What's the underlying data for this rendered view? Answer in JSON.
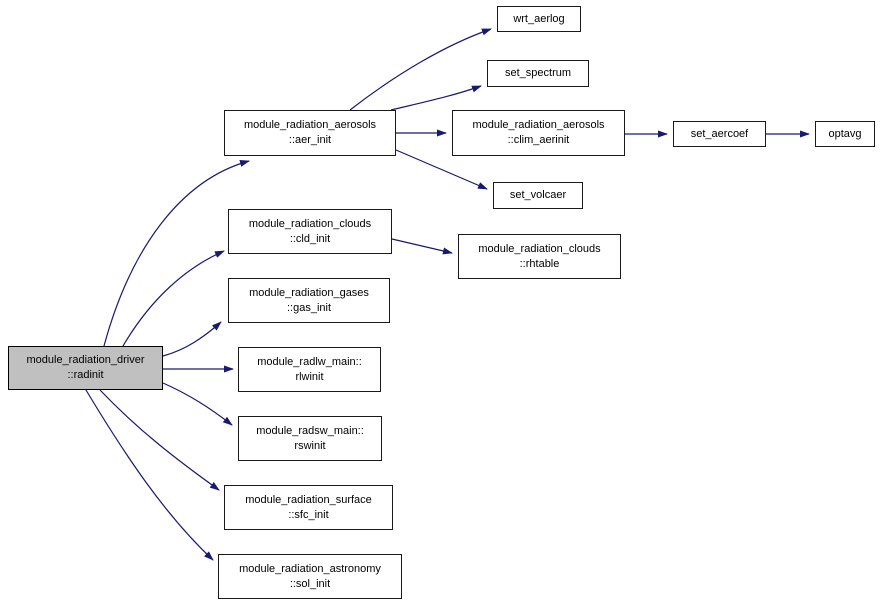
{
  "diagram": {
    "type": "call-graph",
    "edge_color": "#191970",
    "root_fill": "#c0c0c0",
    "node_fill": "#ffffff",
    "border_color": "#1a1a1a"
  },
  "nodes": [
    {
      "id": "radinit",
      "line1": "module_radiation_driver",
      "line2": "::radinit"
    },
    {
      "id": "aer_init",
      "line1": "module_radiation_aerosols",
      "line2": "::aer_init"
    },
    {
      "id": "wrt_aerlog",
      "line1": "wrt_aerlog"
    },
    {
      "id": "set_spectrum",
      "line1": "set_spectrum"
    },
    {
      "id": "clim_aerinit",
      "line1": "module_radiation_aerosols",
      "line2": "::clim_aerinit"
    },
    {
      "id": "set_aercoef",
      "line1": "set_aercoef"
    },
    {
      "id": "optavg",
      "line1": "optavg"
    },
    {
      "id": "set_volcaer",
      "line1": "set_volcaer"
    },
    {
      "id": "cld_init",
      "line1": "module_radiation_clouds",
      "line2": "::cld_init"
    },
    {
      "id": "rhtable",
      "line1": "module_radiation_clouds",
      "line2": "::rhtable"
    },
    {
      "id": "gas_init",
      "line1": "module_radiation_gases",
      "line2": "::gas_init"
    },
    {
      "id": "rlwinit",
      "line1": "module_radlw_main::",
      "line2": "rlwinit"
    },
    {
      "id": "rswinit",
      "line1": "module_radsw_main::",
      "line2": "rswinit"
    },
    {
      "id": "sfc_init",
      "line1": "module_radiation_surface",
      "line2": "::sfc_init"
    },
    {
      "id": "sol_init",
      "line1": "module_radiation_astronomy",
      "line2": "::sol_init"
    }
  ],
  "edges": [
    {
      "from": "radinit",
      "to": "aer_init"
    },
    {
      "from": "radinit",
      "to": "cld_init"
    },
    {
      "from": "radinit",
      "to": "gas_init"
    },
    {
      "from": "radinit",
      "to": "rlwinit"
    },
    {
      "from": "radinit",
      "to": "rswinit"
    },
    {
      "from": "radinit",
      "to": "sfc_init"
    },
    {
      "from": "radinit",
      "to": "sol_init"
    },
    {
      "from": "aer_init",
      "to": "wrt_aerlog"
    },
    {
      "from": "aer_init",
      "to": "set_spectrum"
    },
    {
      "from": "aer_init",
      "to": "clim_aerinit"
    },
    {
      "from": "aer_init",
      "to": "set_volcaer"
    },
    {
      "from": "clim_aerinit",
      "to": "set_aercoef"
    },
    {
      "from": "set_aercoef",
      "to": "optavg"
    },
    {
      "from": "cld_init",
      "to": "rhtable"
    }
  ]
}
